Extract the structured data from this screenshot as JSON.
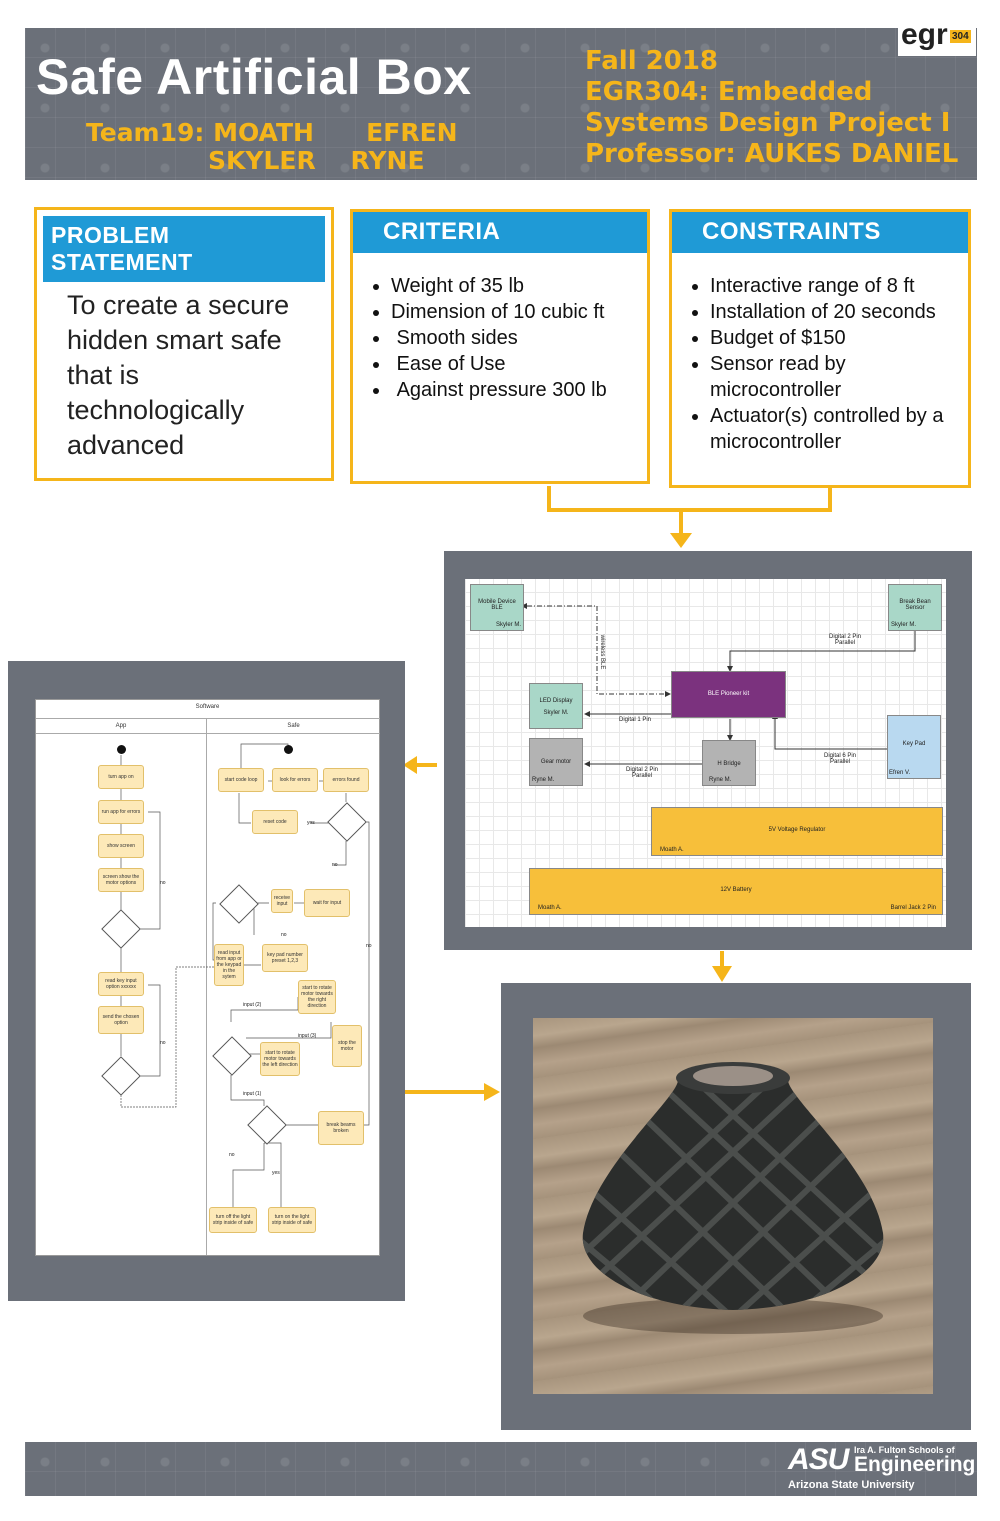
{
  "header": {
    "title": "Safe Artificial Box",
    "team_line1": "Team19: MOATH      EFREN",
    "team_line2": "SKYLER    RYNE",
    "course_lines": [
      "Fall 2018",
      "EGR304: Embedded",
      "Systems Design Project I",
      "Professor: AUKES DANIEL"
    ],
    "logo_text": "egr",
    "logo_badge": "304"
  },
  "problem": {
    "heading": "PROBLEM STATEMENT",
    "text": "To create a secure hidden smart safe that is technologically advanced"
  },
  "criteria": {
    "heading": "CRITERIA",
    "items": [
      "Weight of 35 lb",
      "Dimension of 10 cubic ft",
      " Smooth sides",
      " Ease of Use",
      " Against pressure 300 lb"
    ]
  },
  "constraints": {
    "heading": "CONSTRAINTS",
    "items": [
      "Interactive range of 8 ft",
      "Installation of 20 seconds",
      "Budget of $150",
      "Sensor read by microcontroller",
      "Actuator(s) controlled by a microcontroller"
    ]
  },
  "block_diagram": {
    "mobile": "Mobile Device BLE",
    "mobile_owner": "Skyler M.",
    "wireless": "wireless BLE",
    "break_beam": "Break Bean Sensor",
    "break_owner": "Skyler M.",
    "digital2_top": "Digital 2 Pin Parallel",
    "led": "LED Display",
    "led_owner": "Skyler M.",
    "ble": "BLE Pioneer kit",
    "digital1": "Digital 1 Pin",
    "keypad": "Key Pad",
    "keypad_owner": "Efren V.",
    "gear": "Gear motor",
    "gear_owner": "Ryne M.",
    "hbridge": "H Bridge",
    "hbridge_owner": "Ryne M.",
    "digital2_bottom": "Digital 2 Pin Parallel",
    "digital6": "Digital 6 Pin Parallel",
    "reg": "5V Voltage Regulator",
    "reg_owner": "Moath A.",
    "battery": "12V Battery",
    "battery_owner": "Moath A.",
    "barrel": "Barrel Jack 2 Pin"
  },
  "flowchart": {
    "title": "Software",
    "lane_app": "App",
    "lane_safe": "Safe",
    "app_steps": [
      "turn app on",
      "run app for errors",
      "show screen",
      "screen show the motor options",
      "read key input option xxxxxx",
      "send the chosen option"
    ],
    "safe_steps": [
      "start code loop",
      "look for errors",
      "errors found",
      "reset code",
      "receive input",
      "wait for input",
      "read input from app or the keypad in the sytem",
      "key pad number preset 1,2,3",
      "start to rotate motor towards the right direction",
      "start to rotate motor towards the left direction",
      "stop the motor",
      "break beams broken",
      "turn off the light strip inside of safe",
      "turn on the light strip inside of safe"
    ],
    "labels": [
      "no",
      "yes",
      "no",
      "no",
      "no",
      "input (2)",
      "input (3)",
      "input (1)",
      "no",
      "yes",
      "no"
    ]
  },
  "footer": {
    "asu": "ASU",
    "school": "Ira A. Fulton Schools of",
    "engineering": "Engineering",
    "university": "Arizona State University"
  },
  "colors": {
    "gold": "#f5b51a",
    "blue": "#1f9ad6",
    "band": "#6b7079"
  }
}
